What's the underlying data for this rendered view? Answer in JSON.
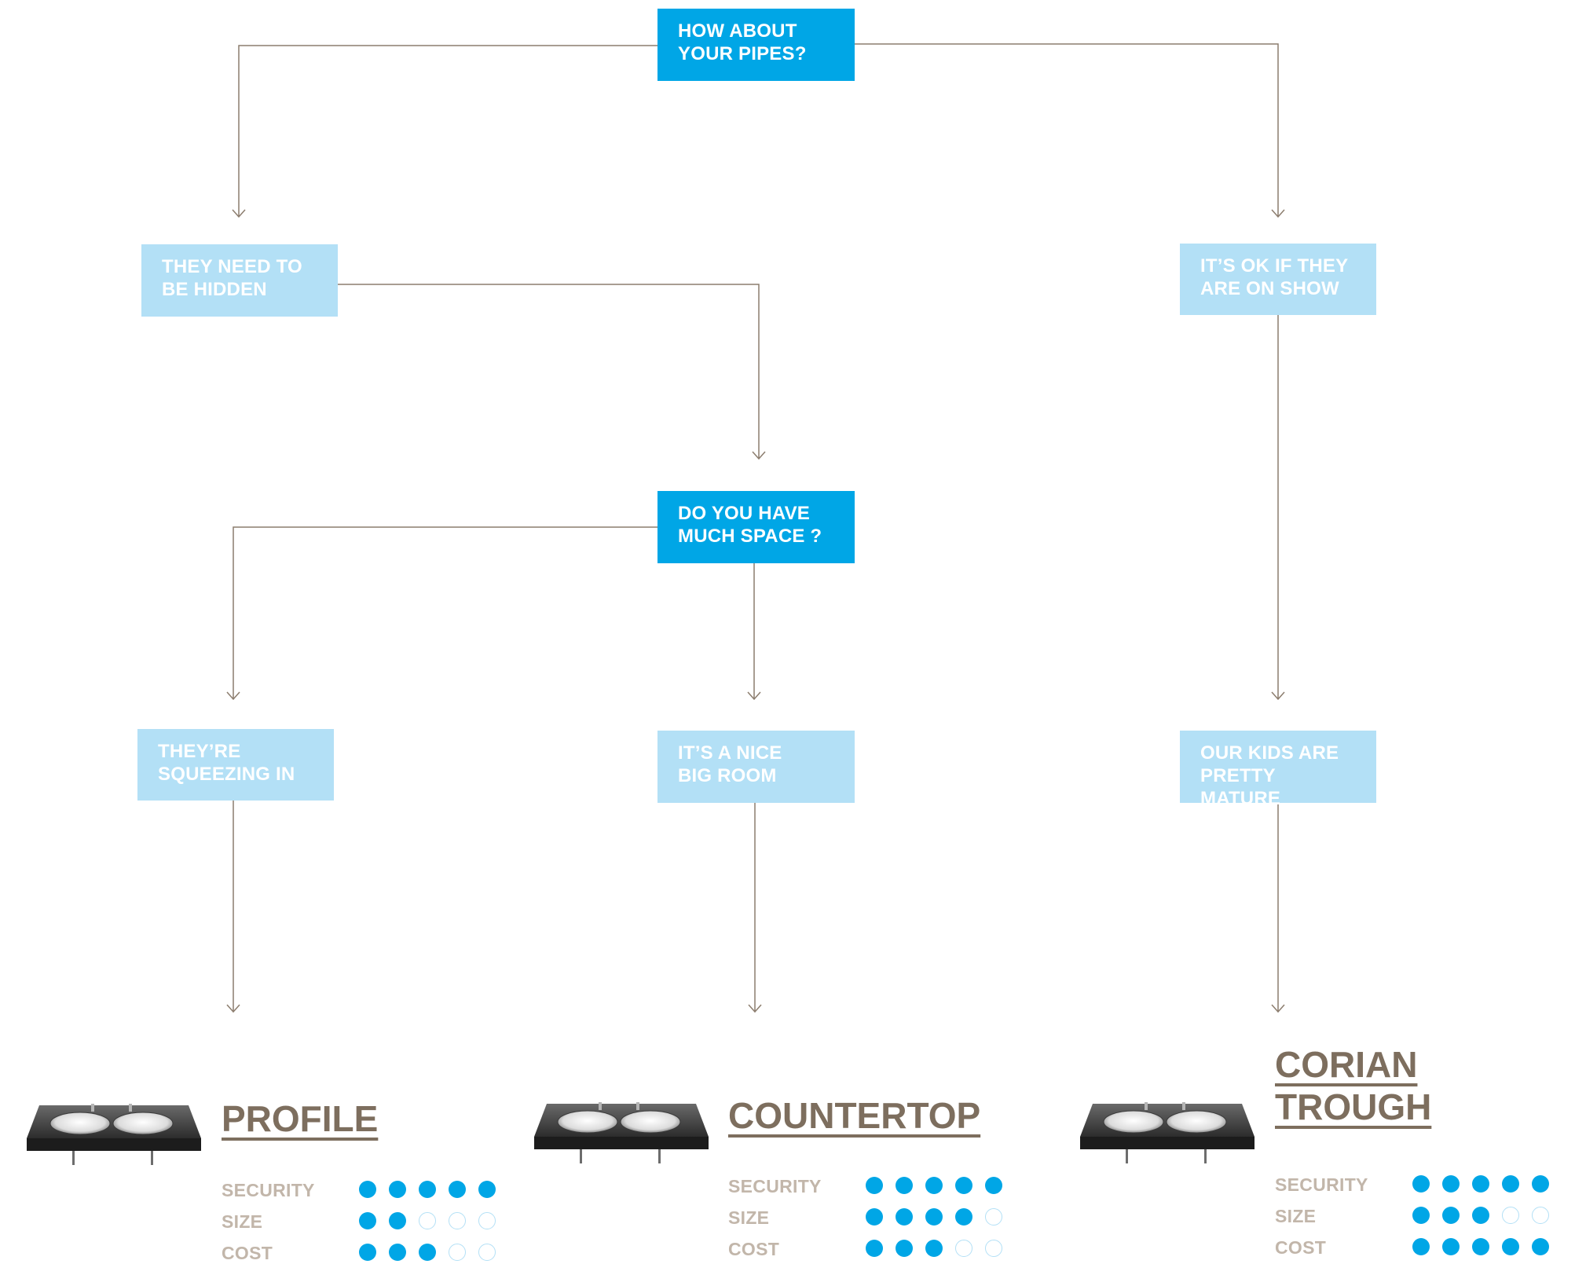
{
  "colors": {
    "question_fill": "#00a6e6",
    "answer_fill": "#b3e0f6",
    "node_text": "#ffffff",
    "connector": "#8c7d6e",
    "product_title": "#7d6e5e",
    "rating_label": "#c2b6aa",
    "dot_filled": "#00a6e6",
    "dot_empty_outline": "#b3e0f6"
  },
  "nodes": {
    "q_pipes": {
      "text": "HOW ABOUT\nYOUR PIPES?"
    },
    "a_hidden": {
      "text": "THEY NEED TO\nBE HIDDEN"
    },
    "a_on_show": {
      "text": "IT’S OK IF THEY\nARE ON SHOW"
    },
    "q_space": {
      "text": "DO YOU HAVE\nMUCH SPACE ?"
    },
    "a_squeezing": {
      "text": "THEY’RE\nSQUEEZING IN"
    },
    "a_big_room": {
      "text": "IT’S A NICE\nBIG ROOM"
    },
    "a_kids": {
      "text": "OUR KIDS ARE\nPRETTY MATURE"
    }
  },
  "results": [
    {
      "name": "PROFILE",
      "image": "double-basin-vanity-icon",
      "ratings": [
        {
          "label": "SECURITY",
          "score": 5,
          "max": 5
        },
        {
          "label": "SIZE",
          "score": 2,
          "max": 5
        },
        {
          "label": "COST",
          "score": 3,
          "max": 5
        }
      ]
    },
    {
      "name": "COUNTERTOP",
      "image": "double-basin-vanity-icon",
      "ratings": [
        {
          "label": "SECURITY",
          "score": 5,
          "max": 5
        },
        {
          "label": "SIZE",
          "score": 4,
          "max": 5
        },
        {
          "label": "COST",
          "score": 3,
          "max": 5
        }
      ]
    },
    {
      "name": "CORIAN\nTROUGH",
      "image": "double-basin-vanity-icon",
      "ratings": [
        {
          "label": "SECURITY",
          "score": 5,
          "max": 5
        },
        {
          "label": "SIZE",
          "score": 3,
          "max": 5
        },
        {
          "label": "COST",
          "score": 5,
          "max": 5
        }
      ]
    }
  ]
}
